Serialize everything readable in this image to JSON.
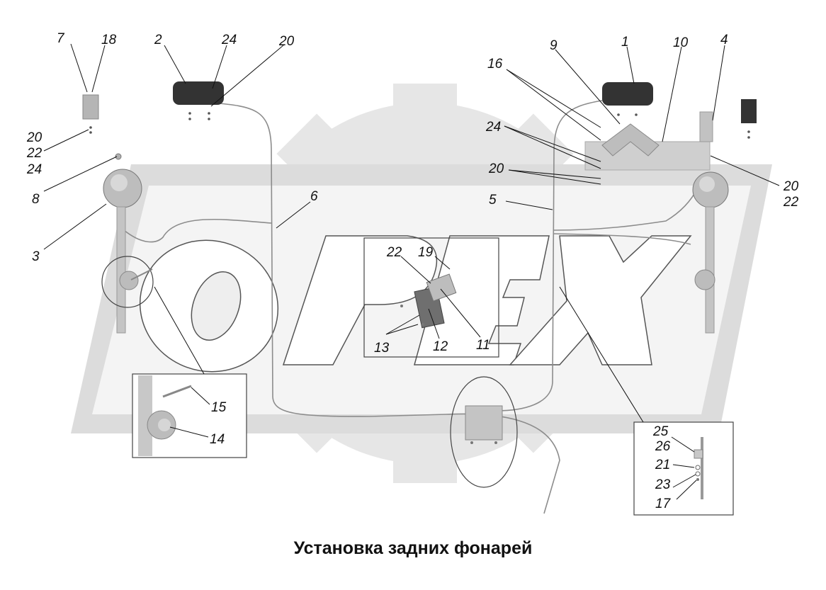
{
  "caption": "Установка задних фонарей",
  "watermark": {
    "text": "ОРЕХ",
    "color": "#e6e6e6"
  },
  "colors": {
    "ink": "#111111",
    "lamp": "#333333",
    "part": "#bdbdbd",
    "wire": "#8c8c8c"
  },
  "callouts": [
    {
      "id": "c7",
      "text": "7"
    },
    {
      "id": "c18",
      "text": "18"
    },
    {
      "id": "c2",
      "text": "2"
    },
    {
      "id": "c24a",
      "text": "24"
    },
    {
      "id": "c20a",
      "text": "20"
    },
    {
      "id": "c20b",
      "text": "20"
    },
    {
      "id": "c22b",
      "text": "22"
    },
    {
      "id": "c24b",
      "text": "24"
    },
    {
      "id": "c8",
      "text": "8"
    },
    {
      "id": "c3",
      "text": "3"
    },
    {
      "id": "c6",
      "text": "6"
    },
    {
      "id": "c1",
      "text": "1"
    },
    {
      "id": "c9",
      "text": "9"
    },
    {
      "id": "c10",
      "text": "10"
    },
    {
      "id": "c4",
      "text": "4"
    },
    {
      "id": "c16",
      "text": "16"
    },
    {
      "id": "c24c",
      "text": "24"
    },
    {
      "id": "c20c",
      "text": "20"
    },
    {
      "id": "c5",
      "text": "5"
    },
    {
      "id": "c20d",
      "text": "20"
    },
    {
      "id": "c22d",
      "text": "22"
    },
    {
      "id": "c22e",
      "text": "22"
    },
    {
      "id": "c19",
      "text": "19"
    },
    {
      "id": "c13",
      "text": "13"
    },
    {
      "id": "c12",
      "text": "12"
    },
    {
      "id": "c11",
      "text": "11"
    },
    {
      "id": "c15",
      "text": "15"
    },
    {
      "id": "c14",
      "text": "14"
    },
    {
      "id": "c25",
      "text": "25"
    },
    {
      "id": "c26",
      "text": "26"
    },
    {
      "id": "c21",
      "text": "21"
    },
    {
      "id": "c23",
      "text": "23"
    },
    {
      "id": "c17",
      "text": "17"
    }
  ]
}
